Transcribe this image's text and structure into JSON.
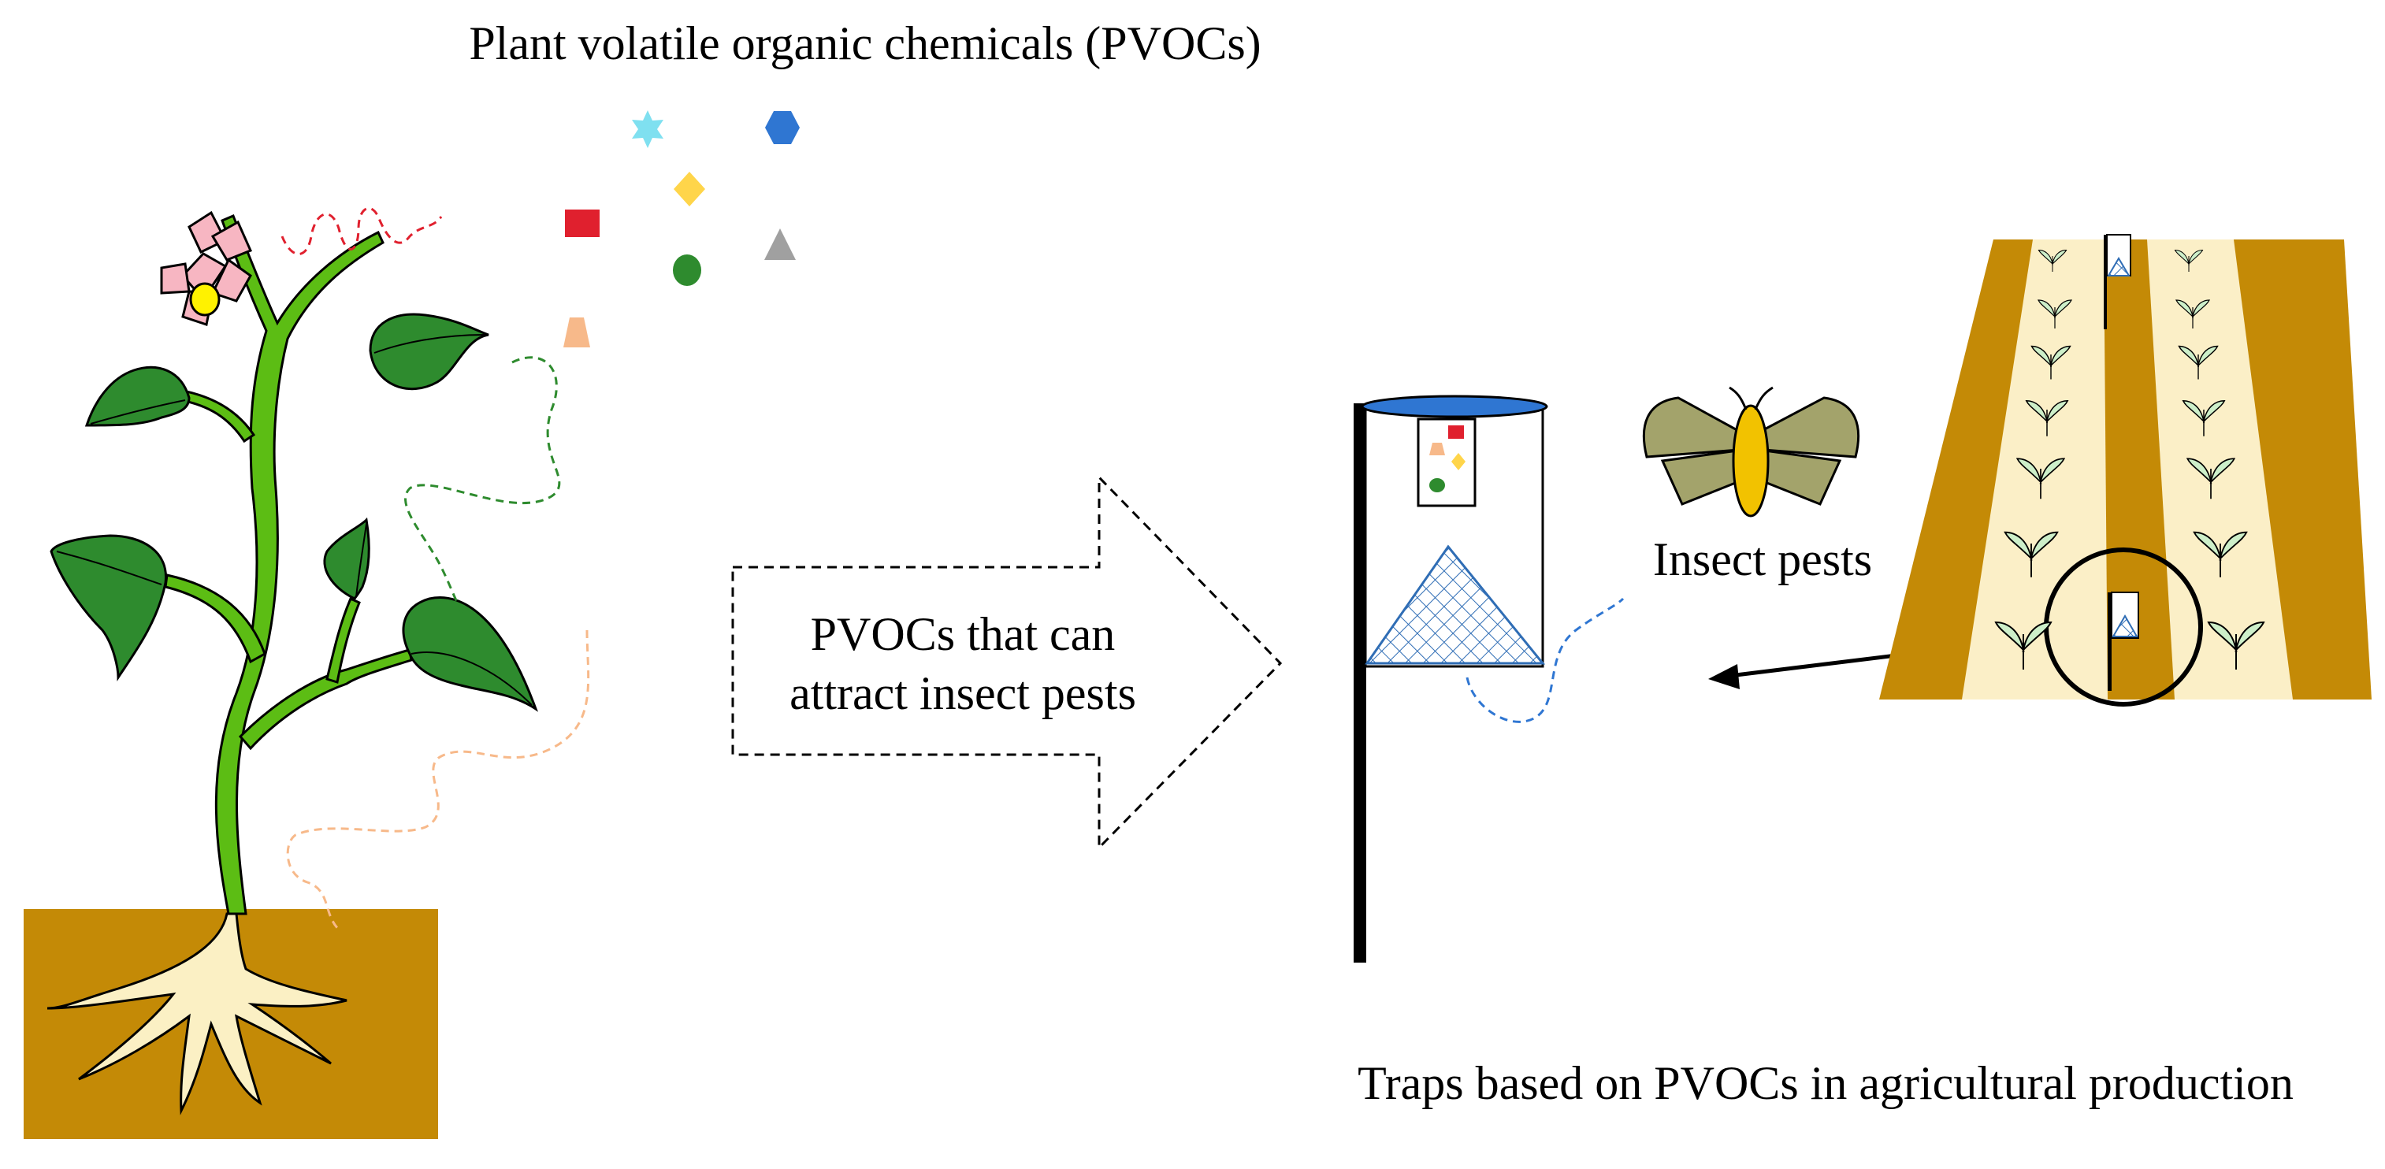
{
  "title": "Plant volatile organic chemicals (PVOCs)",
  "arrow_label": {
    "line1": "PVOCs that can",
    "line2": "attract insect pests"
  },
  "insect_label": "Insect pests",
  "caption": "Traps based on PVOCs  in agricultural production",
  "colors": {
    "soil": "#C48A06",
    "field_path": "#FBEFC7",
    "stem": "#5CBD14",
    "leaf": "#2E8B2E",
    "root": "#FBF0C4",
    "petal": "#F7B6C2",
    "flower_center": "#FFF200",
    "trap_lid": "#2F76D2",
    "trap_mesh": "#2F6DB5",
    "moth_wing": "#A3A36B",
    "moth_body": "#F2C200",
    "voc_red": "#E0202E",
    "voc_blue": "#2F76D2",
    "voc_cyan": "#7FE0F0",
    "voc_yellow": "#FFD54A",
    "voc_green": "#2E8B2E",
    "voc_gray": "#A0A0A0",
    "voc_peach": "#F7B98A"
  },
  "voc_shapes": [
    "star-icon",
    "hexagon-icon",
    "diamond-icon",
    "square-icon",
    "triangle-icon",
    "circle-icon",
    "trapezoid-icon"
  ]
}
